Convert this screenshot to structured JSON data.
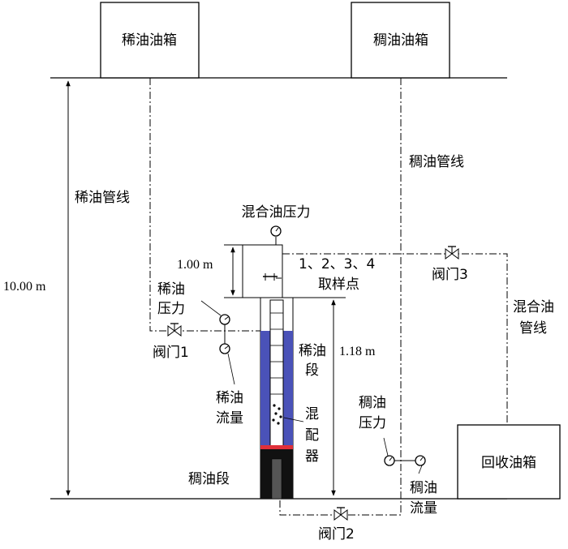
{
  "tanks": {
    "thin_oil": "稀油油箱",
    "heavy_oil": "稠油油箱",
    "recovery": "回收油箱"
  },
  "pipelines": {
    "thin_oil": "稀油管线",
    "heavy_oil": "稠油管线",
    "mixed_line1": "混合油",
    "mixed_line2": "管线"
  },
  "gauges": {
    "mixed_pressure": "混合油压力",
    "thin_pressure_1": "稀油",
    "thin_pressure_2": "压力",
    "thin_flow_1": "稀油",
    "thin_flow_2": "流量",
    "heavy_pressure_1": "稠油",
    "heavy_pressure_2": "压力",
    "heavy_flow_1": "稠油",
    "heavy_flow_2": "流量"
  },
  "valves": {
    "v1": "阀门1",
    "v2": "阀门2",
    "v3": "阀门3"
  },
  "sampling": {
    "line1": "1、2、3、4",
    "line2": "取样点"
  },
  "sections": {
    "thin_1": "稀油",
    "thin_2": "段",
    "mixer_1": "混",
    "mixer_2": "配",
    "mixer_3": "器",
    "heavy": "稠油段"
  },
  "dimensions": {
    "total_height": "10.00 m",
    "top_height": "1.00 m",
    "section_height": "1.18 m"
  },
  "colors": {
    "line": "#000000",
    "thin_section": "#4a52b8",
    "mixer_band": "#e0303a",
    "heavy_section": "#111111"
  }
}
